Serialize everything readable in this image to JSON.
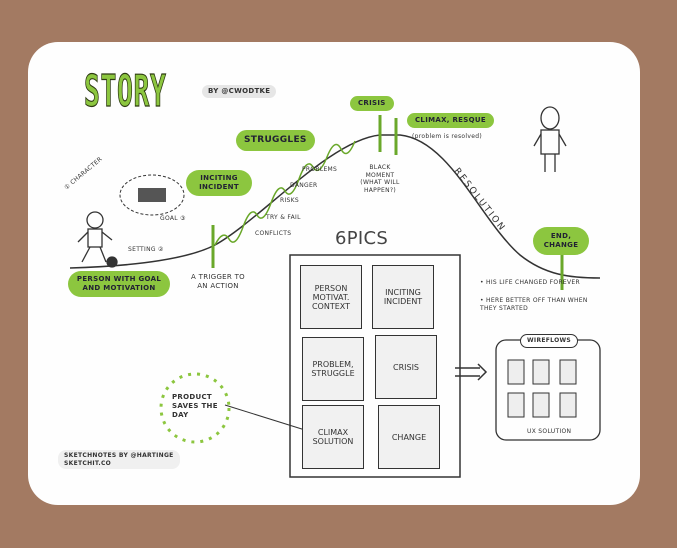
{
  "title": "STORY",
  "author": "BY @CWODTKE",
  "bubbles": {
    "person": "PERSON WITH GOAL AND MOTIVATION",
    "inciting": "INCITING INCIDENT",
    "struggles": "STRUGGLES",
    "crisis": "CRISIS",
    "climax": "CLIMAX, RESQUE",
    "end": "END, CHANGE"
  },
  "labels": {
    "character": "① CHARACTER",
    "goal": "GOAL ③",
    "setting": "SETTING ②",
    "trigger": "A TRIGGER TO AN ACTION",
    "problems": "PROBLEMS",
    "danger": "DANGER",
    "risks": "RISKS",
    "try_fail": "TRY & FAIL",
    "conflicts": "CONFLICTS",
    "black_moment": "BLACK MOMENT (WHAT WILL HAPPEN?)",
    "resolved": "(problem is resolved)",
    "resolution": "RESOLUTION",
    "bullet1": "• HIS LIFE CHANGED FOREVER",
    "bullet2": "• HERE BETTER OFF THAN WHEN THEY STARTED"
  },
  "epics": {
    "heading": "6PICS",
    "cells": [
      "PERSON MOTIVAT. CONTEXT",
      "INCITING INCIDENT",
      "PROBLEM, STRUGGLE",
      "CRISIS",
      "CLIMAX SOLUTION",
      "CHANGE"
    ]
  },
  "product": "PRODUCT SAVES THE DAY",
  "wireflows": {
    "heading": "WIREFLOWS",
    "caption": "UX SOLUTION"
  },
  "credit": "SKETCHNOTES BY @HARTINGE SKETCHIT.CO",
  "colors": {
    "accent": "#8cc63f",
    "background": "#a37a62"
  }
}
